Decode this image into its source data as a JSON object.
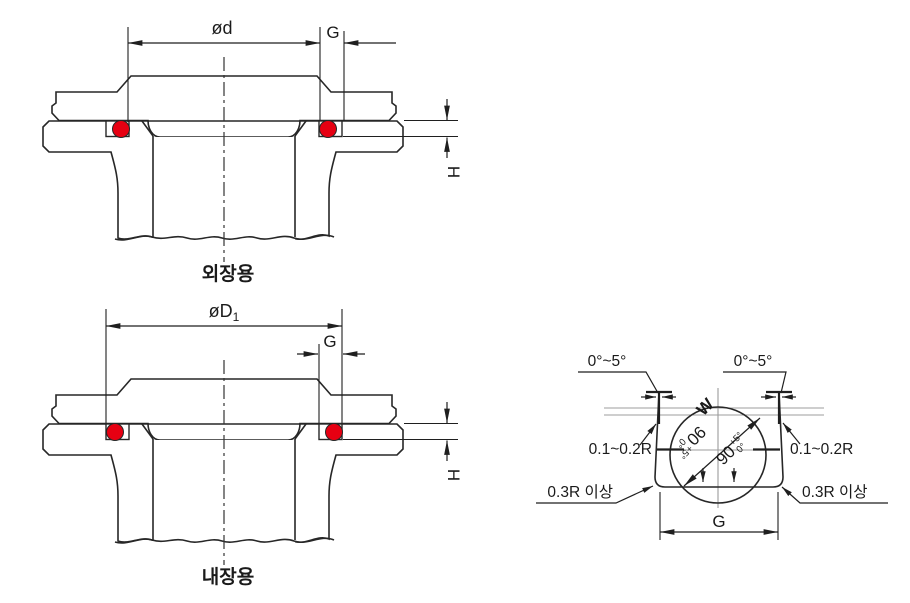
{
  "figure": {
    "views": {
      "external": {
        "caption": "외장용",
        "dim_diameter": "ød",
        "dim_groove_width": "G",
        "dim_groove_depth": "H"
      },
      "internal": {
        "caption": "내장용",
        "dim_diameter_main": "øD",
        "dim_diameter_sub": "1",
        "dim_groove_width": "G",
        "dim_groove_depth": "H"
      },
      "detail": {
        "wall_angle": "0°~5°",
        "mouth_radius": "0.1~0.2R",
        "bottom_radius": "0.3R 이상",
        "dim_groove_width": "G",
        "dim_oring_width": "W",
        "groove_angle": "90",
        "groove_angle_tol_plus": "+5°",
        "groove_angle_tol_minus": "0°"
      }
    },
    "colors": {
      "line": "#272727",
      "gray": "#9c9c9c",
      "oring_red": "#e60012"
    }
  }
}
